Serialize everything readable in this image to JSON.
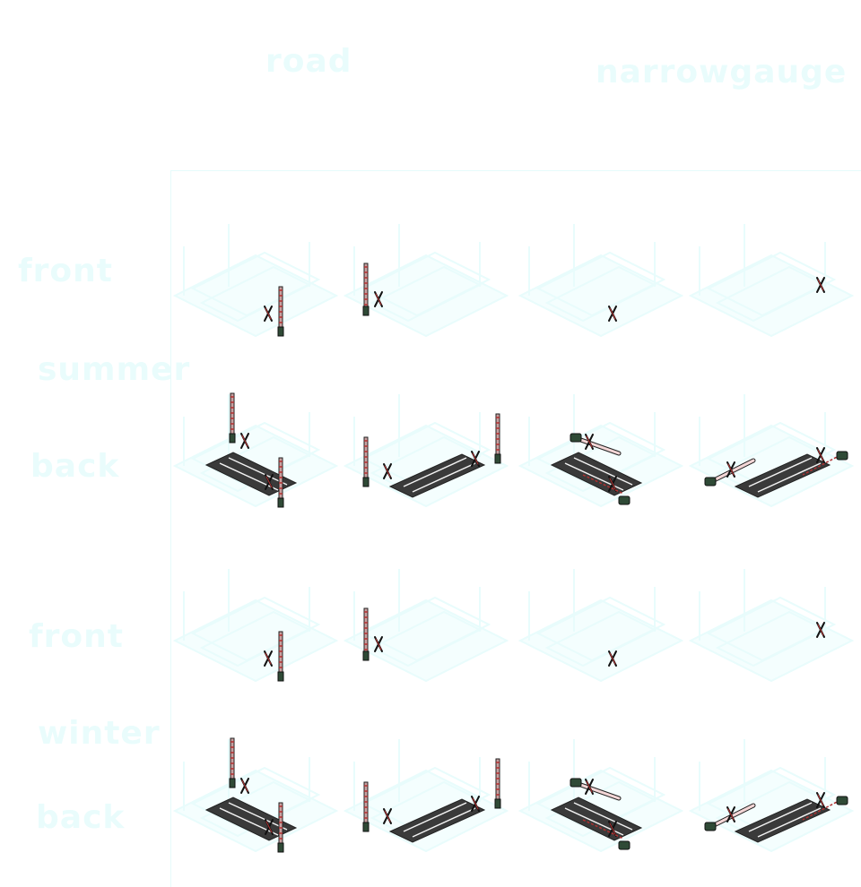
{
  "columns": {
    "road": "road",
    "narrowgauge": "narrowgauge"
  },
  "rows": {
    "front_1": "front",
    "summer": "summer",
    "back_1": "back",
    "front_2": "front",
    "winter": "winter",
    "back_2": "back"
  },
  "colors": {
    "label": "#e9fcfc",
    "ghost": "#e8fcfc",
    "asphalt": "#3a3a3a",
    "pole_stripe": "#c8a0a0",
    "pole_base": "#2f4a36",
    "sign_red": "#b03030"
  },
  "sprites": [
    {
      "row": 0,
      "cell": 0,
      "kind": "front-road-a"
    },
    {
      "row": 0,
      "cell": 1,
      "kind": "front-road-b"
    },
    {
      "row": 0,
      "cell": 2,
      "kind": "front-narrow-a"
    },
    {
      "row": 0,
      "cell": 3,
      "kind": "front-narrow-b"
    },
    {
      "row": 1,
      "cell": 0,
      "kind": "back-road-a"
    },
    {
      "row": 1,
      "cell": 1,
      "kind": "back-road-b"
    },
    {
      "row": 1,
      "cell": 2,
      "kind": "back-narrow-a"
    },
    {
      "row": 1,
      "cell": 3,
      "kind": "back-narrow-b"
    },
    {
      "row": 2,
      "cell": 0,
      "kind": "front-road-a"
    },
    {
      "row": 2,
      "cell": 1,
      "kind": "front-road-b"
    },
    {
      "row": 2,
      "cell": 2,
      "kind": "front-narrow-a"
    },
    {
      "row": 2,
      "cell": 3,
      "kind": "front-narrow-b"
    },
    {
      "row": 3,
      "cell": 0,
      "kind": "back-road-a"
    },
    {
      "row": 3,
      "cell": 1,
      "kind": "back-road-b"
    },
    {
      "row": 3,
      "cell": 2,
      "kind": "back-narrow-a"
    },
    {
      "row": 3,
      "cell": 3,
      "kind": "back-narrow-b"
    }
  ]
}
